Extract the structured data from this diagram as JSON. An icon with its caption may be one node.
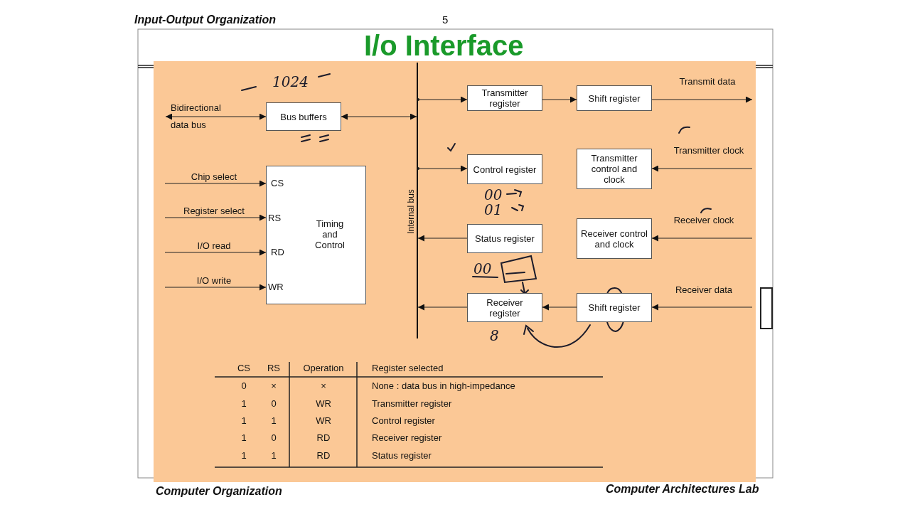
{
  "diagram": {
    "title": "I/o Interface",
    "nodes": [
      {
        "text": [
          "Bus buffers"
        ]
      },
      {
        "text": [
          "CS",
          "RS",
          "RD",
          "WR",
          "Timing and Control"
        ]
      },
      {
        "text": [],
        "shape": "bar",
        "beside": [
          "Internal bus"
        ]
      },
      {
        "text": [
          "Transmitter register"
        ]
      },
      {
        "text": [
          "Shift register"
        ]
      },
      {
        "text": [
          "Control register"
        ]
      },
      {
        "text": [
          "Transmitter control and clock"
        ]
      },
      {
        "text": [
          "Status register"
        ]
      },
      {
        "text": [
          "Receiver control and clock"
        ]
      },
      {
        "text": [
          "Receiver register"
        ]
      },
      {
        "text": [
          "Shift register"
        ]
      }
    ],
    "edges": [
      {
        "from": null,
        "to": 0,
        "arrow": "both",
        "label": "Bidirectional data bus"
      },
      {
        "from": 0,
        "to": 2,
        "arrow": "both"
      },
      {
        "from": null,
        "to": 1,
        "arrow": "to",
        "label": "Chip select"
      },
      {
        "from": null,
        "to": 1,
        "arrow": "to",
        "label": "Register select"
      },
      {
        "from": null,
        "to": 1,
        "arrow": "to",
        "label": "I/O read"
      },
      {
        "from": null,
        "to": 1,
        "arrow": "to",
        "label": "I/O write"
      },
      {
        "from": 2,
        "to": 3,
        "arrow": "to"
      },
      {
        "from": 3,
        "to": 4,
        "arrow": "to"
      },
      {
        "from": 4,
        "to": null,
        "arrow": "to",
        "label": "Transmit data"
      },
      {
        "from": 2,
        "to": 5,
        "arrow": "to"
      },
      {
        "from": null,
        "to": 6,
        "arrow": "to",
        "label": "Transmitter clock"
      },
      {
        "from": 7,
        "to": 2,
        "arrow": "to"
      },
      {
        "from": null,
        "to": 8,
        "arrow": "to",
        "label": "Receiver clock"
      },
      {
        "from": 9,
        "to": 2,
        "arrow": "to"
      },
      {
        "from": 10,
        "to": 9,
        "arrow": "to"
      },
      {
        "from": null,
        "to": 10,
        "arrow": "to",
        "label": "Receiver data"
      }
    ],
    "labels": [
      "Input-Output Organization",
      "5",
      "1024",
      "00",
      "01",
      "00",
      "8",
      "CS",
      "RS",
      "Operation",
      "Register selected",
      "0",
      "×",
      "×",
      "None : data bus in high-impedance",
      "1",
      "0",
      "WR",
      "Transmitter register",
      "1",
      "1",
      "WR",
      "Control register",
      "1",
      "0",
      "RD",
      "Receiver register",
      "1",
      "1",
      "RD",
      "Status register",
      "Computer Organization",
      "Computer Architectures Lab"
    ]
  }
}
